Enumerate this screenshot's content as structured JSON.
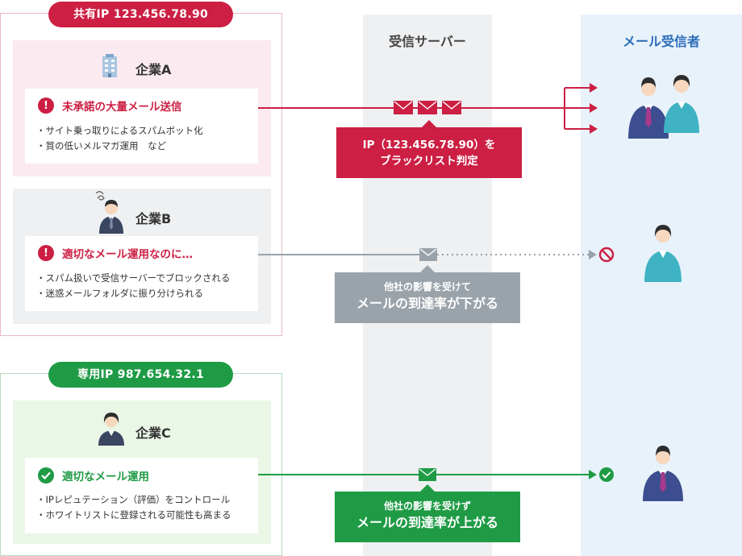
{
  "columns": {
    "server_title": "受信サーバー",
    "receiver_title": "メール受信者"
  },
  "shared_group": {
    "label": "共有IP 123.456.78.90",
    "company_a": {
      "name": "企業A",
      "heading": "未承諾の大量メール送信",
      "badge_symbol": "!",
      "bullets": [
        "サイト乗っ取りによるスパムボット化",
        "質の低いメルマガ運用　など"
      ],
      "icon": "office-building-icon"
    },
    "company_b": {
      "name": "企業B",
      "heading": "適切なメール運用なのに…",
      "badge_symbol": "!",
      "bullets": [
        "スパム扱いで受信サーバーでブロックされる",
        "迷惑メールフォルダに振り分けられる"
      ],
      "icon": "troubled-businessman-icon"
    }
  },
  "dedicated_group": {
    "label": "専用IP 987.654.32.1",
    "company_c": {
      "name": "企業C",
      "heading": "適切なメール運用",
      "bullets": [
        "IPレピュテーション（評価）をコントロール",
        "ホワイトリストに登録される可能性も高まる"
      ],
      "icon": "businesswoman-icon"
    }
  },
  "callouts": {
    "blacklist": {
      "line1": "IP（123.456.78.90）を",
      "line2": "ブラックリスト判定"
    },
    "affected": {
      "line1": "他社の影響を受けて",
      "line2": "メールの到達率が下がる"
    },
    "unaffected": {
      "line1": "他社の影響を受けず",
      "line2": "メールの到達率が上がる"
    }
  },
  "colors": {
    "red": "#cc1f43",
    "gray": "#9aa3aa",
    "green": "#1f9b46",
    "navy": "#3c4e8f",
    "teal": "#3fb3c3"
  }
}
